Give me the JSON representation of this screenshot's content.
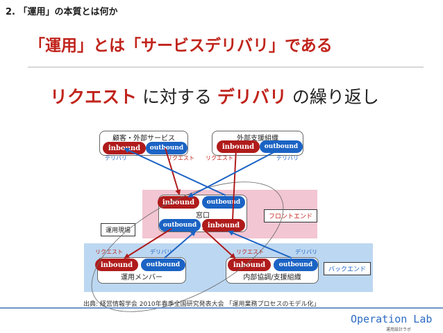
{
  "section_heading": "2. 「運用」の本質とは何か",
  "slide_title": "「運用」とは「サービスデリバリ」である",
  "subtitle": {
    "part1": "リクエスト",
    "part2": " に対する ",
    "part3": "デリバリ",
    "part4": " の繰り返し"
  },
  "colors": {
    "accent_red": "#c0241c",
    "accent_blue": "#1b63c4",
    "frontend_band": "#f2c6d2",
    "backend_band": "#bcd7f1"
  },
  "diagram": {
    "customer": {
      "label": "顧客・外部サービス",
      "inbound": "inbound",
      "outbound": "outbound",
      "delivery": "デリバリ",
      "request": "リクエスト"
    },
    "external_support": {
      "label": "外部支援組織",
      "inbound": "inbound",
      "outbound": "outbound",
      "request": "リクエスト",
      "delivery": "デリバリ"
    },
    "window": {
      "label": "窓口",
      "inbound_top": "inbound",
      "outbound_top": "outbound",
      "outbound_bottom": "outbound",
      "inbound_bottom": "inbound"
    },
    "frontend_tag": "フロントエンド",
    "field_tag": "運用現場",
    "members": {
      "label": "運用メンバー",
      "inbound": "inbound",
      "outbound": "outbound",
      "request": "リクエスト",
      "delivery": "デリバリ"
    },
    "internal": {
      "label": "内部協調/支援組織",
      "inbound": "inbound",
      "outbound": "outbound",
      "request": "リクエスト",
      "delivery": "デリバリ"
    },
    "backend_tag": "バックエンド"
  },
  "source": "出典: 経営情報学会 2010年春季全国研究発表大会 「運用業務プロセスのモデル化」",
  "logo": {
    "name": "Operation Lab",
    "sub": "運用設計ラボ"
  }
}
